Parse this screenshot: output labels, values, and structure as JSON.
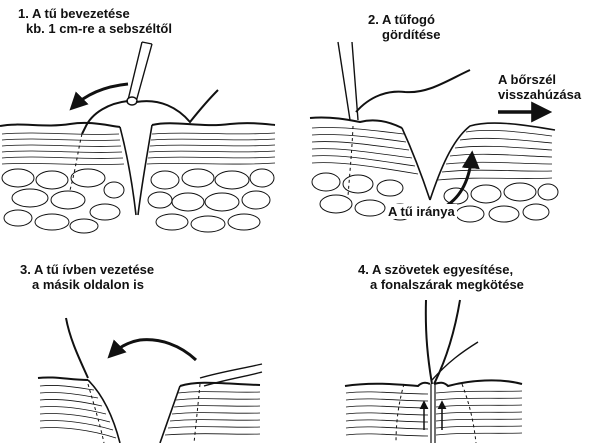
{
  "colors": {
    "ink": "#111111",
    "background": "#ffffff"
  },
  "steps": [
    {
      "line1": "1. A tű bevezetése",
      "line2": "kb. 1 cm-re a sebszéltől"
    },
    {
      "line1": "2. A tűfogó",
      "line2": "gördítése"
    },
    {
      "line1": "3. A tű ívben vezetése",
      "line2": "a másik oldalon is"
    },
    {
      "line1": "4. A szövetek egyesítése,",
      "line2": "a fonalszárak megkötése"
    }
  ],
  "annotations": {
    "skin_edge_line1": "A bőrszél",
    "skin_edge_line2": "visszahúzása",
    "needle_direction": "A tű iránya"
  }
}
